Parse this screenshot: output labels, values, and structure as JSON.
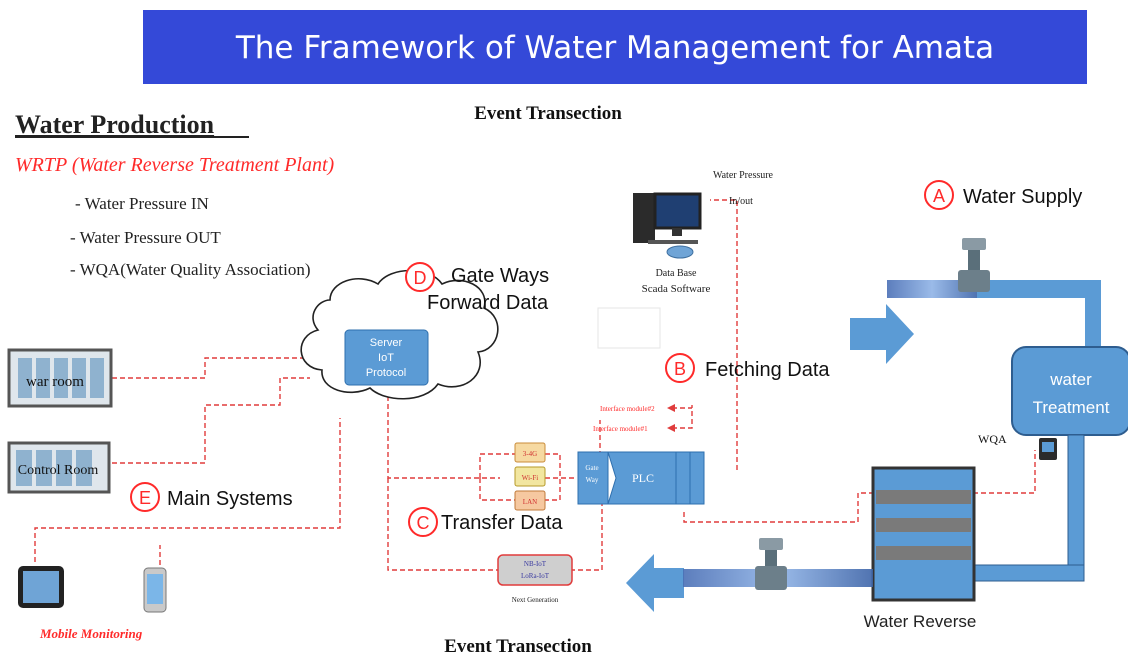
{
  "title": "The Framework of Water Management  for Amata",
  "event_top": "Event Transection",
  "event_bottom": "Event Transection",
  "production": {
    "heading": "Water Production",
    "subtitle": "WRTP (Water Reverse  Treatment Plant)",
    "items": [
      "-  Water Pressure IN",
      "-  Water Pressure OUT",
      "-  WQA(Water Quality Association)"
    ]
  },
  "labels": {
    "a": {
      "letter": "A",
      "text": "Water Supply"
    },
    "b": {
      "letter": "B",
      "text": "Fetching Data"
    },
    "c": {
      "letter": "C",
      "text": "Transfer Data"
    },
    "d": {
      "letter": "D",
      "line1": "Gate Ways",
      "line2": "Forward Data"
    },
    "e": {
      "letter": "E",
      "text": "Main Systems"
    }
  },
  "cloud": {
    "line1": "Server",
    "line2": "IoT",
    "line3": "Protocol"
  },
  "scada": {
    "pressure1": "Water Pressure",
    "pressure2": "In/out",
    "db": "Data Base",
    "software": "Scada Software"
  },
  "plc": {
    "label": "PLC",
    "gw1": "Gate",
    "gw2": "Way"
  },
  "modules": {
    "m3g": "3-4G",
    "wifi": "Wi-Fi",
    "lan": "LAN"
  },
  "interfaces": {
    "if2": "Interface module#2",
    "if1": "Interface module#1"
  },
  "nbiot": {
    "line1": "NB-IoT",
    "line2": "LoRa-IoT",
    "caption": "Next Generation"
  },
  "rooms": {
    "war": "war room",
    "control": "Control Room"
  },
  "mobile": "Mobile Monitoring",
  "tank": {
    "line1": "water",
    "line2": "Treatment"
  },
  "wqa": "WQA",
  "reverse": "Water Reverse",
  "colors": {
    "title_bg": "#3449d8",
    "accent_red": "#ff2a2a",
    "pipe_blue": "#5b9bd5",
    "pipe_gray": "#b0b0b0",
    "dashed": "#e03c3c"
  }
}
